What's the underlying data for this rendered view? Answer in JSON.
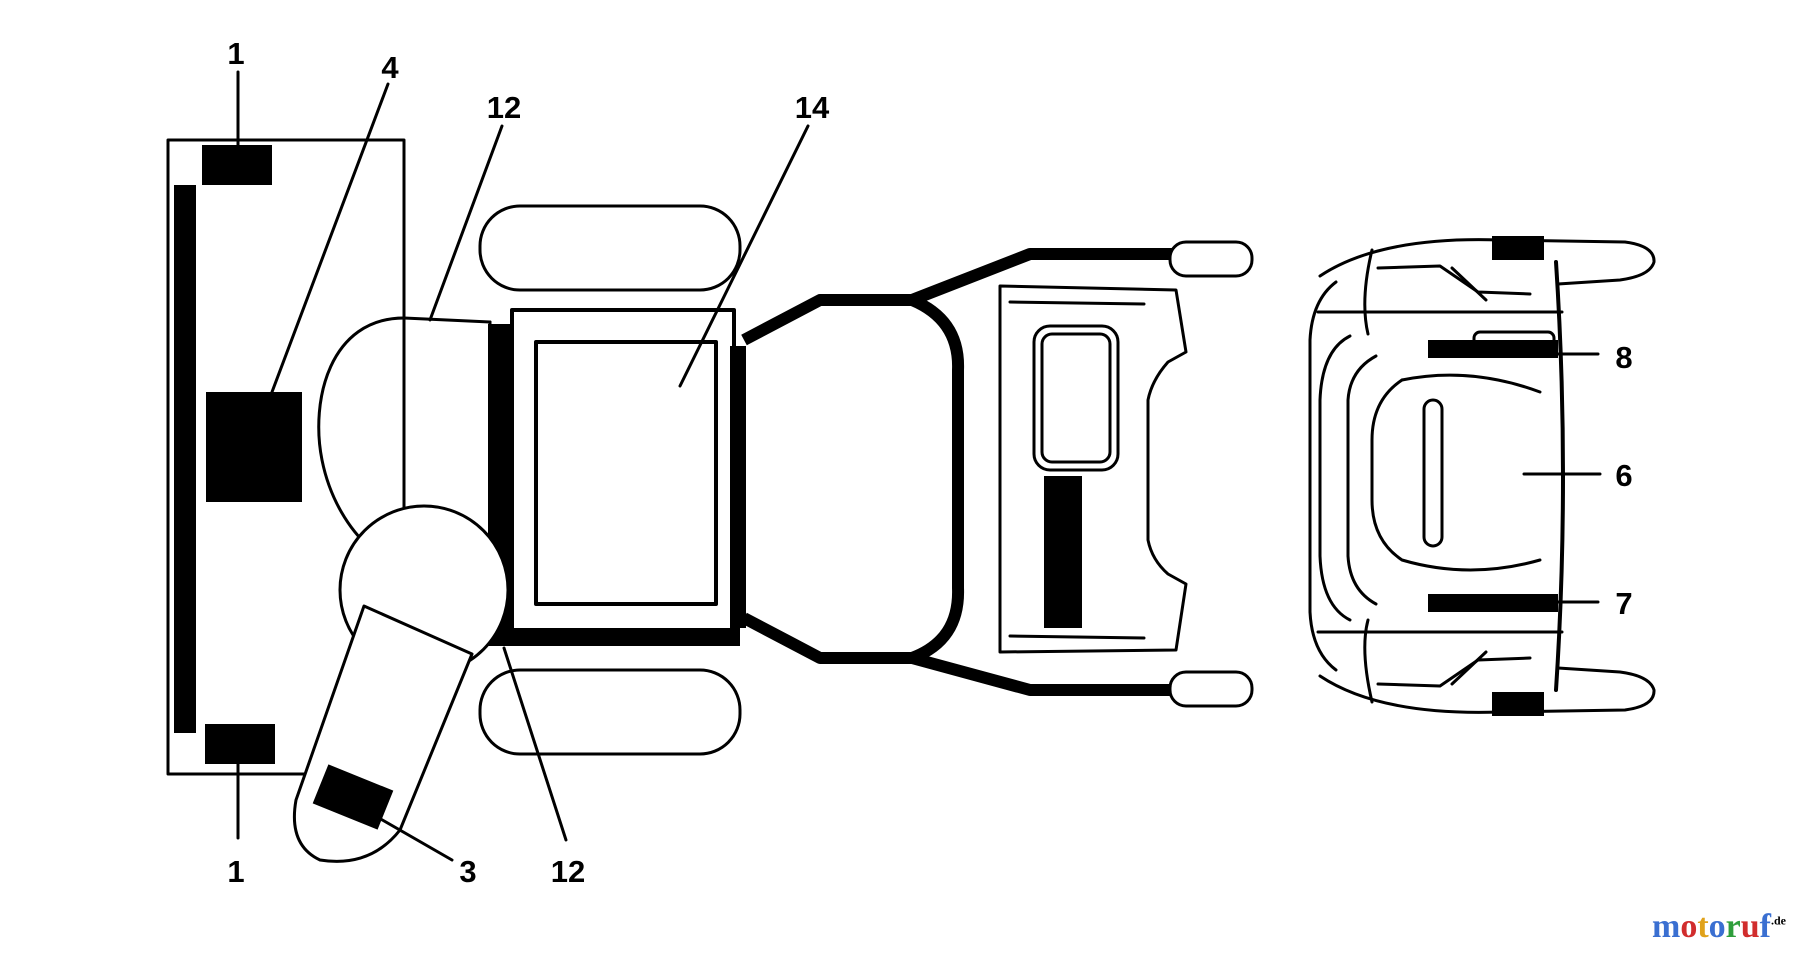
{
  "callouts": {
    "c1_top": "1",
    "c1_bottom": "1",
    "c3": "3",
    "c4": "4",
    "c6": "6",
    "c7": "7",
    "c8": "8",
    "c12_top": "12",
    "c12_bottom": "12",
    "c14": "14"
  },
  "watermark": {
    "brand_letters": [
      "m",
      "o",
      "t",
      "o",
      "r",
      "u",
      "f"
    ],
    "brand_colors": [
      "#3a6fd1",
      "#d12d2d",
      "#e0a21b",
      "#3a6fd1",
      "#2e9e3b",
      "#d12d2d",
      "#3a6fd1"
    ],
    "suffix": ".de"
  }
}
